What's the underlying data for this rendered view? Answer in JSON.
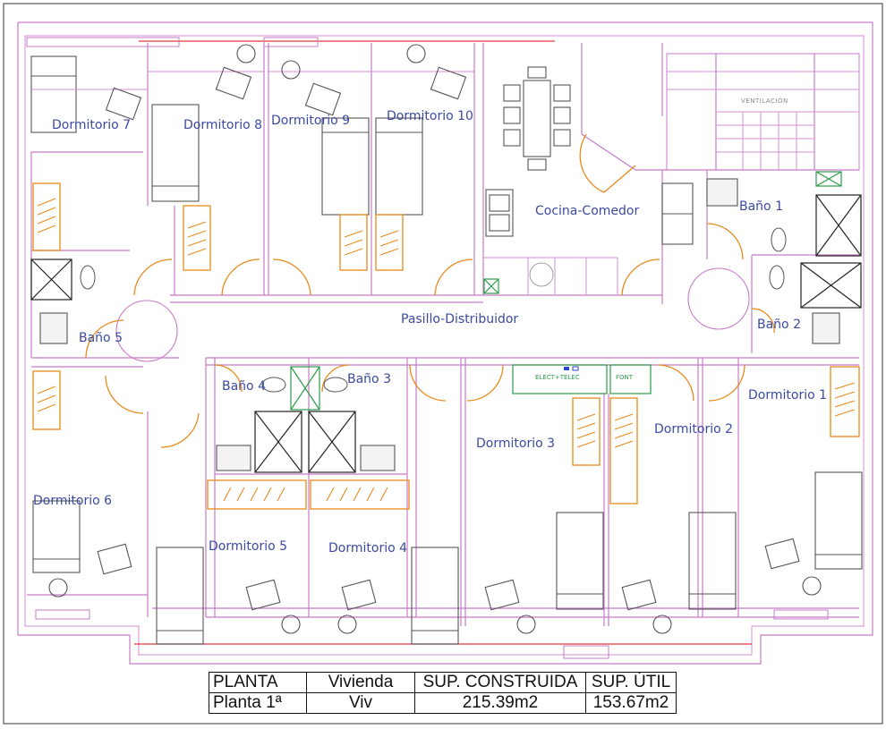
{
  "rooms": {
    "dormitorio_7": "Dormitorio 7",
    "dormitorio_8": "Dormitorio 8",
    "dormitorio_9": "Dormitorio 9",
    "dormitorio_10": "Dormitorio 10",
    "cocina_comedor": "Cocina-Comedor",
    "bano_1": "Baño 1",
    "bano_2": "Baño 2",
    "pasillo": "Pasillo-Distribuidor",
    "bano_5": "Baño 5",
    "bano_4": "Baño 4",
    "bano_3": "Baño 3",
    "dormitorio_1": "Dormitorio 1",
    "dormitorio_2": "Dormitorio 2",
    "dormitorio_3": "Dormitorio 3",
    "dormitorio_6": "Dormitorio 6",
    "dormitorio_5": "Dormitorio 5",
    "dormitorio_4": "Dormitorio 4"
  },
  "labels": {
    "ventilacion": "VENTILACIÓN",
    "elect_telec": "ELECT+TELEC",
    "font": "FONT"
  },
  "table": {
    "headers": [
      "PLANTA",
      "Vivienda",
      "SUP. CONSTRUIDA",
      "SUP. ÚTIL"
    ],
    "row": [
      "Planta 1ª",
      "Viv",
      "215.39m2",
      "153.67m2"
    ]
  },
  "colors": {
    "wall": "#c77bc7",
    "door": "#e88a1a",
    "text": "#3b4aa0",
    "install": "#2e9a4a"
  }
}
